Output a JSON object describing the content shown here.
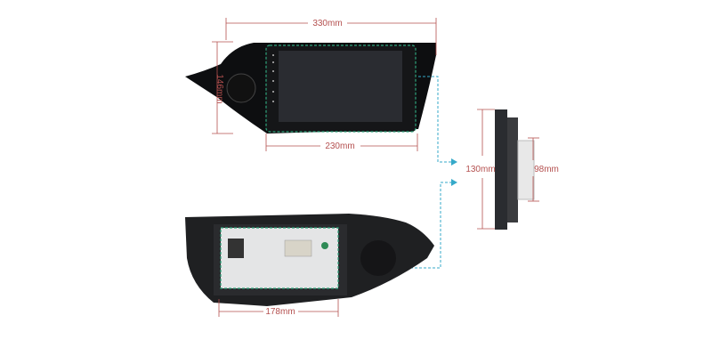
{
  "colors": {
    "dimension": "#b4504f",
    "guide": "#35a9c9",
    "bezel": "#0d0e10",
    "screen": "#2a2c31",
    "back": "#1f2022"
  },
  "dimensions": {
    "front_width": "330mm",
    "front_height": "146mm",
    "screen_width": "230mm",
    "side_height": "130mm",
    "side_depth_height": "98mm",
    "back_width": "178mm"
  }
}
